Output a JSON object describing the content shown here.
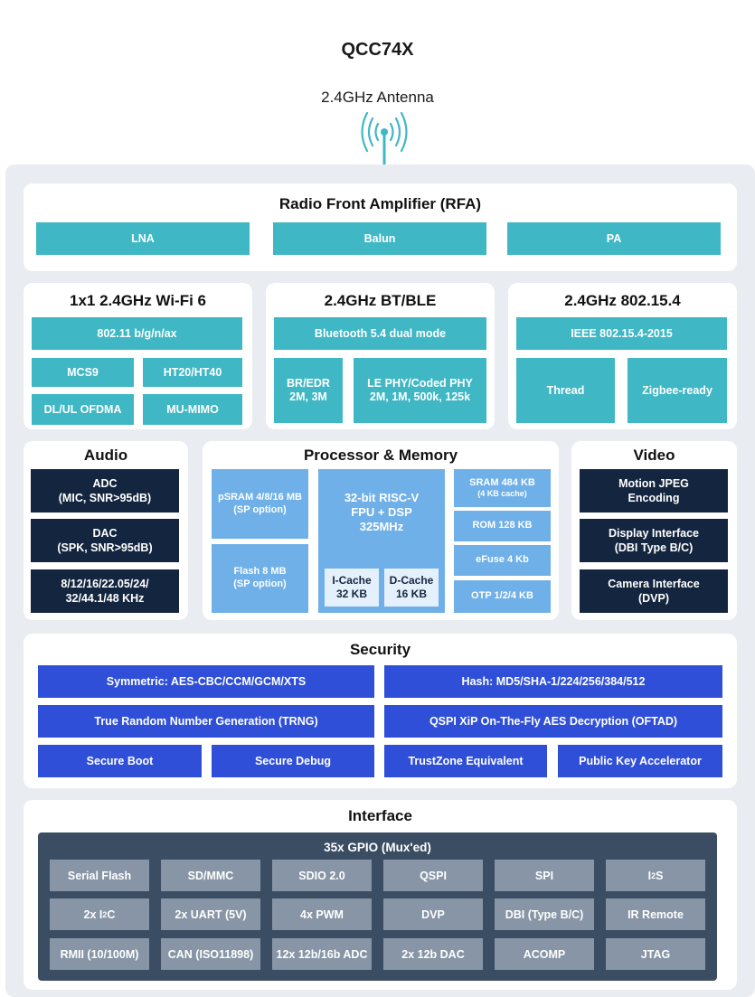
{
  "title": "QCC74X",
  "antenna": {
    "label": "2.4GHz Antenna"
  },
  "rfa": {
    "title": "Radio Front Amplifier (RFA)",
    "blocks": [
      "LNA",
      "Balun",
      "PA"
    ]
  },
  "wifi": {
    "title": "1x1 2.4GHz Wi-Fi 6",
    "std": "802.11 b/g/n/ax",
    "cells": [
      "MCS9",
      "HT20/HT40",
      "DL/UL OFDMA",
      "MU-MIMO"
    ]
  },
  "bt": {
    "title": "2.4GHz BT/BLE",
    "mode": "Bluetooth 5.4 dual mode",
    "bredr_line1": "BR/EDR",
    "bredr_line2": "2M, 3M",
    "le_line1": "LE PHY/Coded PHY",
    "le_line2": "2M, 1M, 500k, 125k"
  },
  "ieee": {
    "title": "2.4GHz 802.15.4",
    "std": "IEEE 802.15.4-2015",
    "cells": [
      "Thread",
      "Zigbee-ready"
    ]
  },
  "audio": {
    "title": "Audio",
    "adc_line1": "ADC",
    "adc_line2": "(MIC, SNR>95dB)",
    "dac_line1": "DAC",
    "dac_line2": "(SPK, SNR>95dB)",
    "rate_line1": "8/12/16/22.05/24/",
    "rate_line2": "32/44.1/48 KHz"
  },
  "processor": {
    "title": "Processor & Memory",
    "psram_line1": "pSRAM 4/8/16 MB",
    "psram_line2": "(SP option)",
    "flash_line1": "Flash 8 MB",
    "flash_line2": "(SP option)",
    "cpu_line1": "32-bit RISC-V",
    "cpu_line2": "FPU + DSP",
    "cpu_line3": "325MHz",
    "icache_line1": "I-Cache",
    "icache_line2": "32 KB",
    "dcache_line1": "D-Cache",
    "dcache_line2": "16 KB",
    "sram_line1": "SRAM 484 KB",
    "sram_line2": "(4 KB cache)",
    "rom": "ROM 128 KB",
    "efuse": "eFuse 4 Kb",
    "otp": "OTP 1/2/4 KB"
  },
  "video": {
    "title": "Video",
    "mjpeg_line1": "Motion JPEG",
    "mjpeg_line2": "Encoding",
    "disp_line1": "Display Interface",
    "disp_line2": "(DBI Type B/C)",
    "cam_line1": "Camera Interface",
    "cam_line2": "(DVP)"
  },
  "security": {
    "title": "Security",
    "symmetric": "Symmetric: AES-CBC/CCM/GCM/XTS",
    "hash": "Hash: MD5/SHA-1/224/256/384/512",
    "trng": "True Random Number Generation (TRNG)",
    "oftad": "QSPI XiP On-The-Fly AES Decryption (OFTAD)",
    "boot": "Secure Boot",
    "debug": "Secure Debug",
    "trustzone": "TrustZone Equivalent",
    "pka": "Public Key Accelerator"
  },
  "interface": {
    "title": "Interface",
    "gpio": "35x GPIO (Mux'ed)",
    "row1": [
      "Serial Flash",
      "SD/MMC",
      "SDIO 2.0",
      "QSPI",
      "SPI"
    ],
    "i2s_base": "I",
    "i2s_sup": "2",
    "i2s_tail": "S",
    "i2c_base": "2x I",
    "i2c_sup": "2",
    "i2c_tail": "C",
    "row2": [
      "2x UART (5V)",
      "4x PWM",
      "DVP",
      "DBI (Type B/C)",
      "IR Remote"
    ],
    "row3": [
      "RMII (10/100M)",
      "CAN (ISO11898)",
      "12x 12b/16b ADC",
      "2x 12b DAC",
      "ACOMP",
      "JTAG"
    ]
  },
  "colors": {
    "teal": "#40b7c4",
    "navy": "#14263f",
    "light_blue": "#6fb0e8",
    "royal_blue": "#2f4fd8",
    "interface_bg": "#3b4d63",
    "interface_cell": "#8795a6",
    "panel_bg": "#e9ecf0"
  },
  "icons": [
    "antenna-icon"
  ]
}
